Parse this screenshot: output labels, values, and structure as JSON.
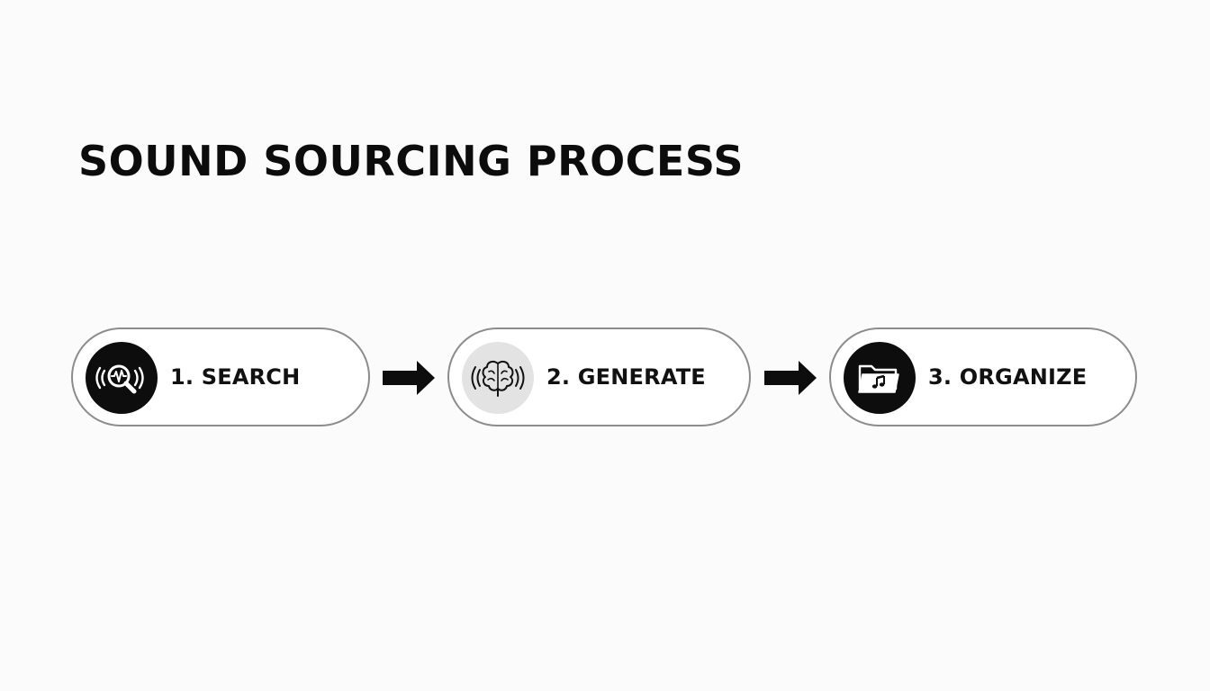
{
  "title": "SOUND SOURCING PROCESS",
  "steps": [
    {
      "label": "1. SEARCH",
      "icon": "sound-search-icon",
      "icon_bg": "#0d0d0d"
    },
    {
      "label": "2. GENERATE",
      "icon": "brain-sound-icon",
      "icon_bg": "#e3e3e3"
    },
    {
      "label": "3. ORGANIZE",
      "icon": "music-folder-icon",
      "icon_bg": "#0d0d0d"
    }
  ],
  "connectors": [
    "arrow-right-icon",
    "arrow-right-icon"
  ],
  "colors": {
    "background": "#fbfbfb",
    "text": "#0d0d0d",
    "pill_border": "#8c8c8c",
    "pill_fill": "#ffffff"
  }
}
